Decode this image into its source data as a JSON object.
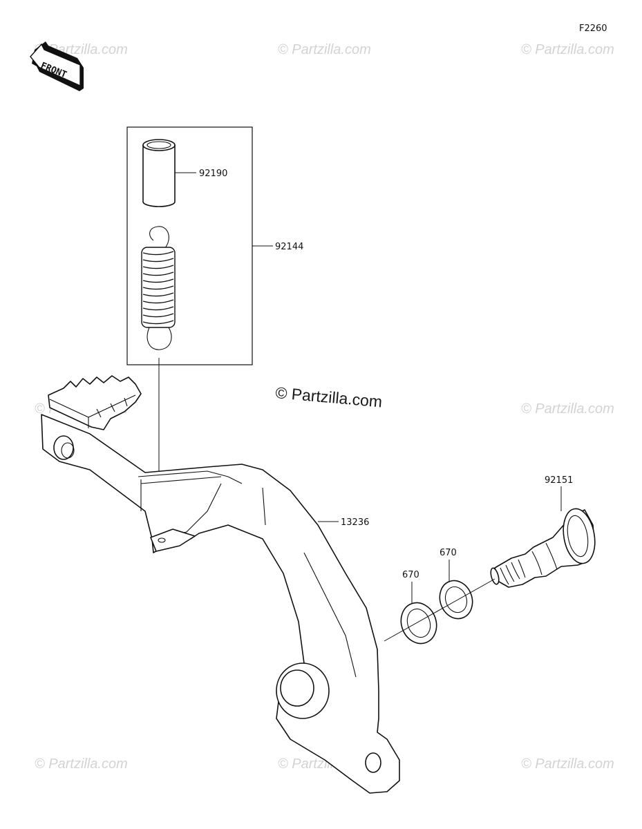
{
  "diagram": {
    "code": "F2260",
    "front_label": "FRONT",
    "watermark": "© Partzilla.com",
    "watermark_main": "© Partzilla.com"
  },
  "parts": [
    {
      "number": "92190"
    },
    {
      "number": "92144"
    },
    {
      "number": "13236"
    },
    {
      "number": "92151"
    },
    {
      "number": "670"
    },
    {
      "number": "670"
    }
  ]
}
